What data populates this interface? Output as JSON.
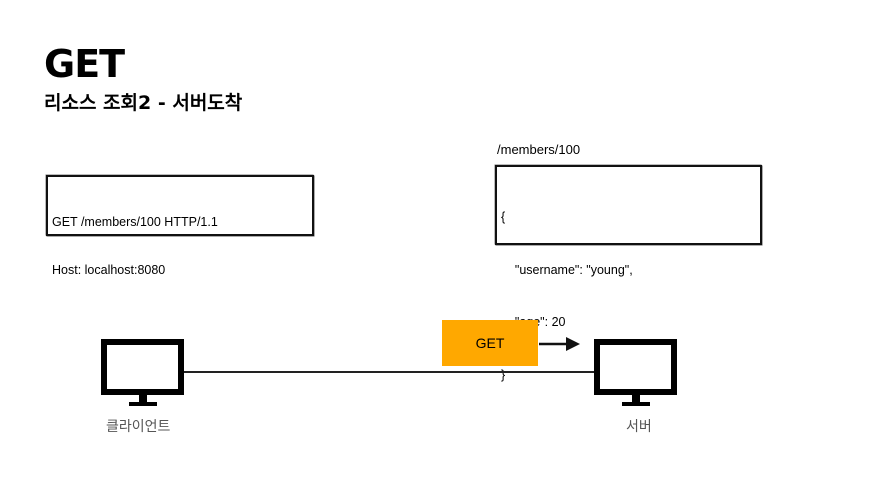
{
  "title": "GET",
  "subtitle": "리소스 조회2 - 서버도착",
  "request": {
    "line1": "GET /members/100 HTTP/1.1",
    "line2": "Host: localhost:8080"
  },
  "resource": {
    "path": "/members/100",
    "lines": [
      "{",
      "    \"username\": \"young\",",
      "    \"age\": 20",
      "}"
    ]
  },
  "message": {
    "method_label": "GET",
    "badge_color": "#ffa800"
  },
  "client": {
    "label": "클라이언트",
    "icon": "monitor-icon"
  },
  "server": {
    "label": "서버",
    "icon": "monitor-icon"
  }
}
